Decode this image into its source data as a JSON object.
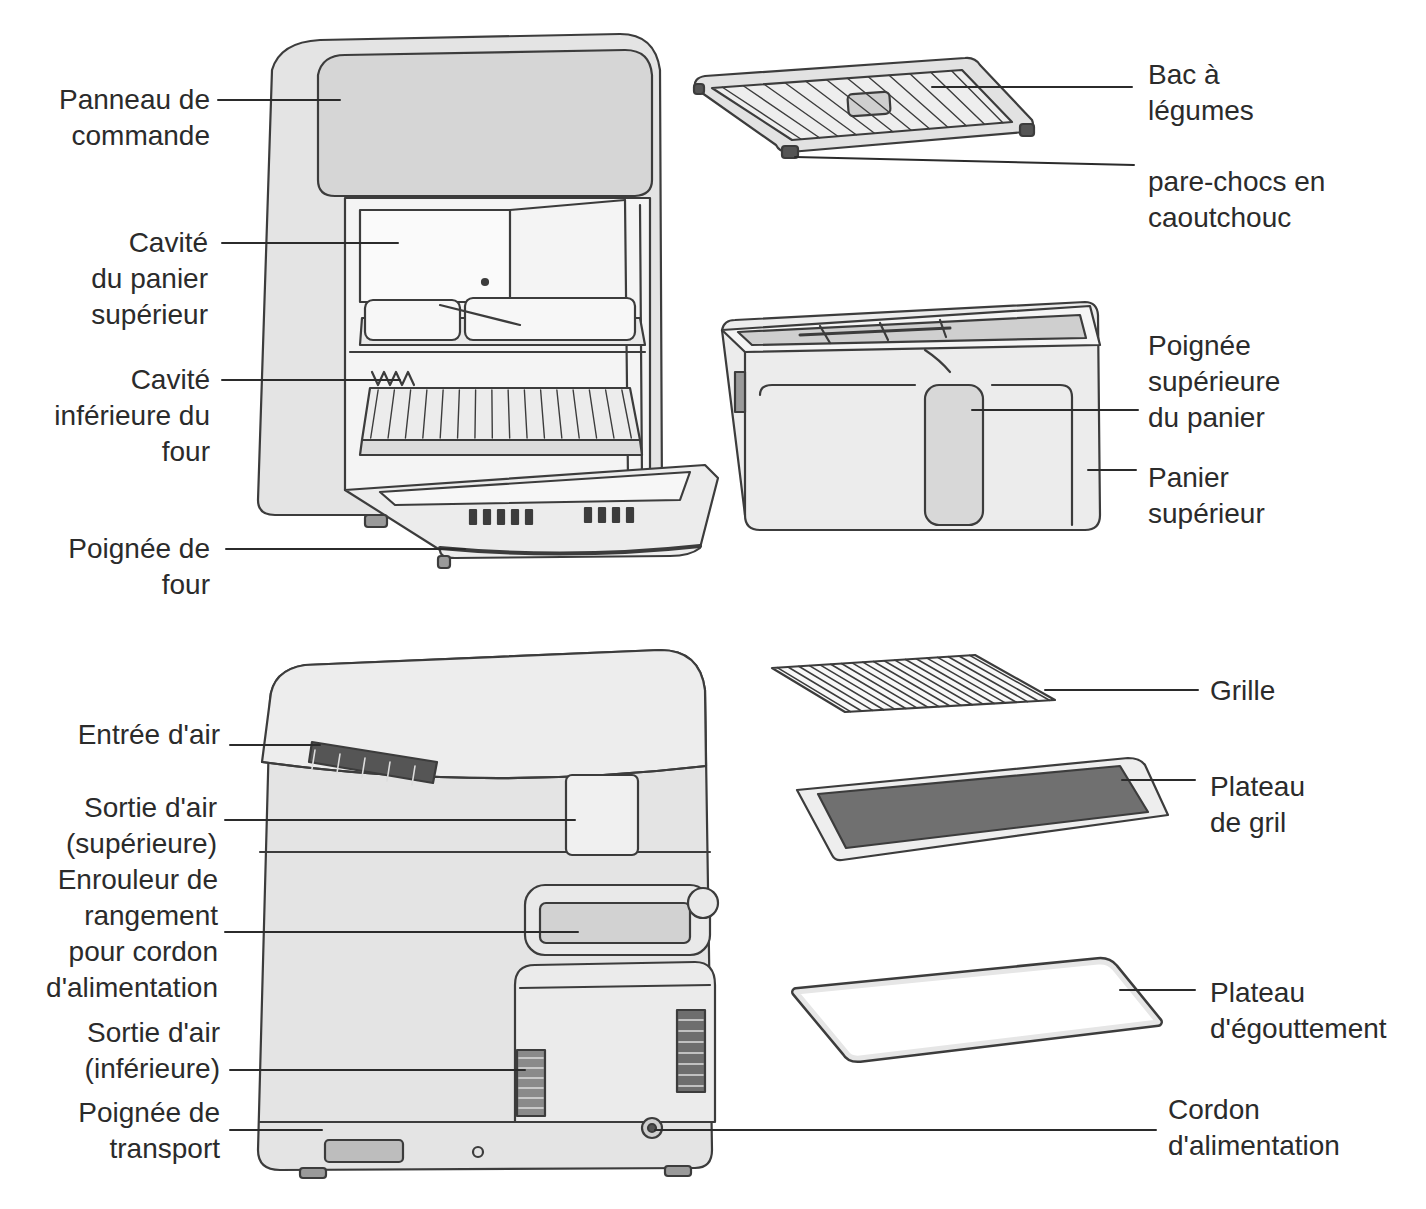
{
  "diagram": {
    "labels": [
      "Panneau de commande",
      "Cavité du panier supérieur",
      "Cavité inférieure du four",
      "Poignée de four",
      "Bac à légumes",
      "pare-chocs en caoutchouc",
      "Poignée supérieure du panier",
      "Panier supérieur",
      "Entrée d'air",
      "Sortie d'air (supérieure)",
      "Enrouleur de rangement pour cordon d'alimentation",
      "Sortie d'air (inférieure)",
      "Poignée de transport",
      "Grille",
      "Plateau de gril",
      "Plateau d'égouttement",
      "Cordon d'alimentation"
    ]
  }
}
